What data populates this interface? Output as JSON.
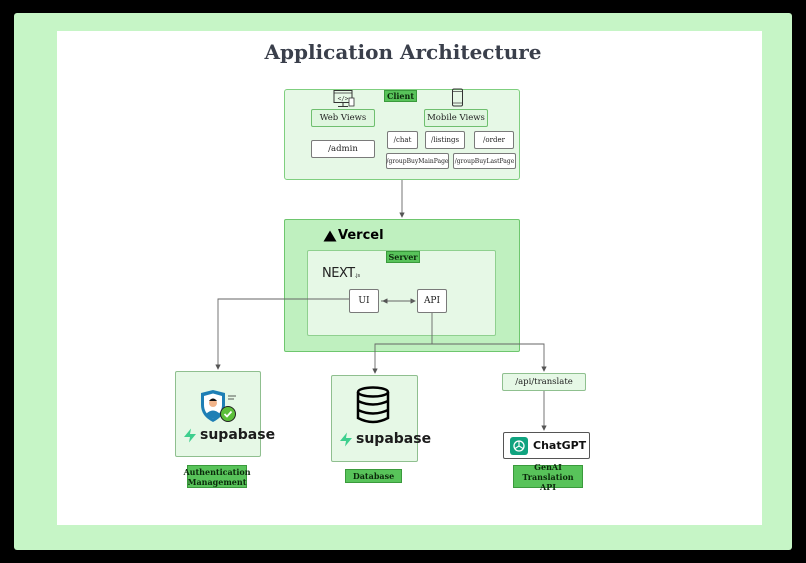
{
  "title": "Application Architecture",
  "client": {
    "tag": "Client",
    "web_views": "Web Views",
    "mobile_views": "Mobile Views",
    "routes": [
      "/admin",
      "/chat",
      "/listings",
      "/order",
      "/groupBuyMainPage",
      "/groupBuyLastPage"
    ],
    "icons": [
      "desktop-code-icon",
      "smartphone-icon"
    ]
  },
  "server": {
    "vercel_label": "Vercel",
    "tag": "Server",
    "next_label": "NEXT",
    "next_suffix": ".js",
    "ui": "UI",
    "api": "API"
  },
  "services": {
    "auth": {
      "logo_text": "supabase",
      "caption": "Authentication\nManagement"
    },
    "database": {
      "logo_text": "supabase",
      "caption": "Database"
    },
    "translate": {
      "route": "/api/translate",
      "logo_text": "ChatGPT",
      "caption": "GenAI\nTranslation API"
    }
  },
  "colors": {
    "frame": "#c6f5c6",
    "tag_green": "#58c35a",
    "box_green": "#e6f8e6",
    "server_green": "#bff0bf",
    "supabase_green": "#3ecf8e",
    "chatgpt_green": "#10a37f",
    "shield_blue": "#1e7fb5"
  }
}
